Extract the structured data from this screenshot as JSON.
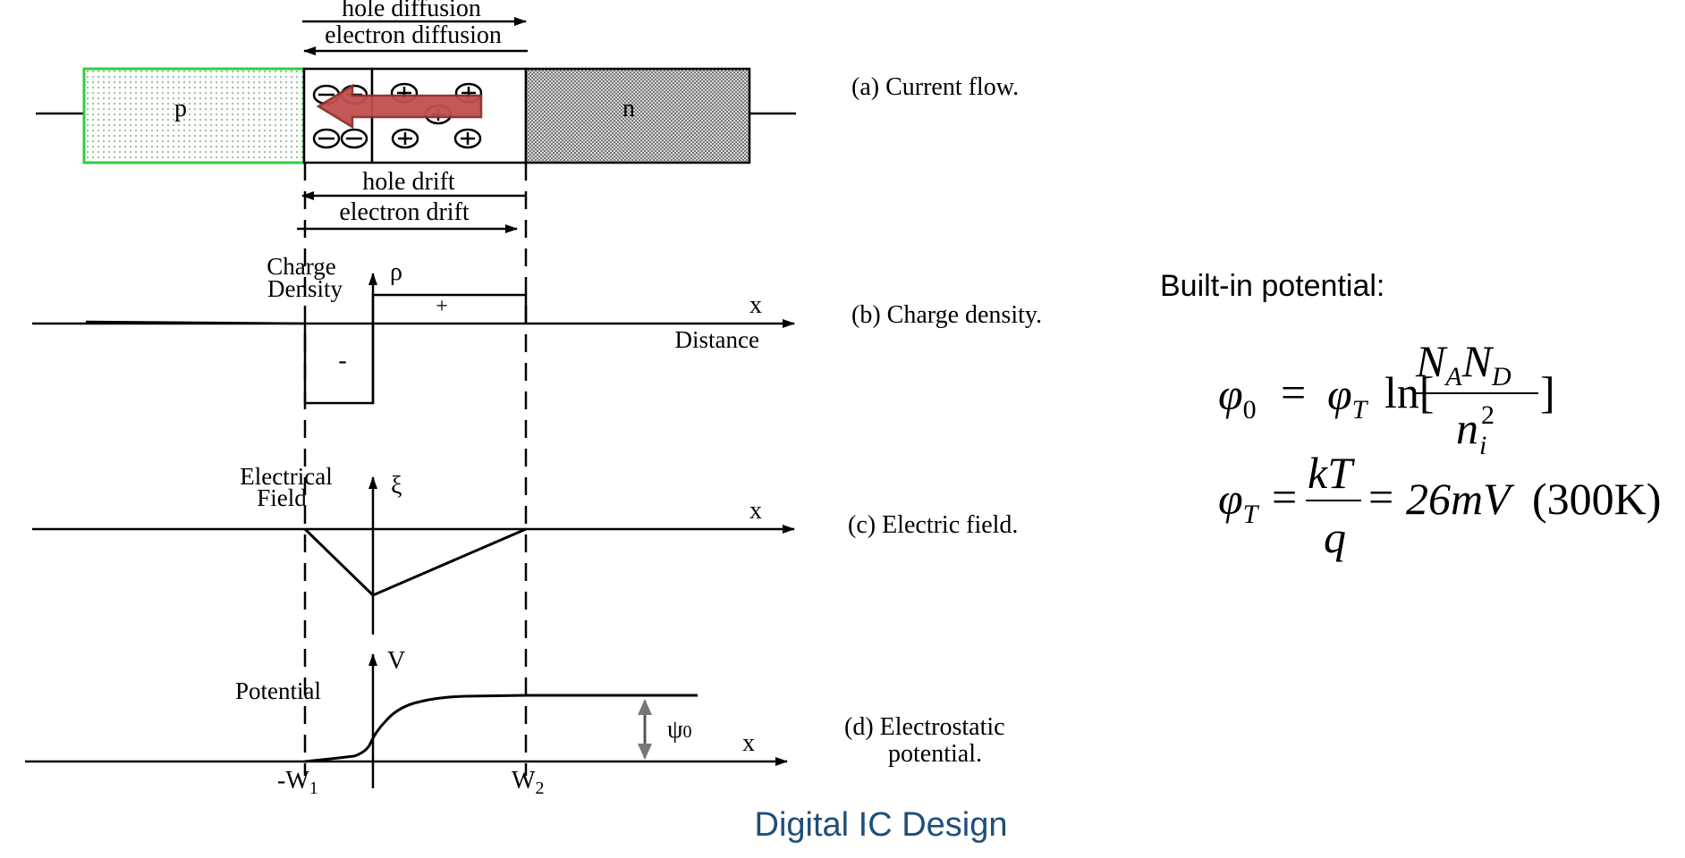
{
  "colors": {
    "ink": "#000000",
    "p_region_border": "#2ecc40",
    "drift_arrow_fill": "#c0504d",
    "drift_arrow_stroke": "#8c2e2b",
    "footer": "#1f4e79"
  },
  "flow": {
    "hole_diffusion": "hole diffusion",
    "electron_diffusion": "electron diffusion",
    "hole_drift": "hole drift",
    "electron_drift": "electron drift",
    "p_label": "p",
    "n_label": "n",
    "neg_ion": "−",
    "pos_ion": "+"
  },
  "charge_plot": {
    "ylabel_line1": "Charge",
    "ylabel_line2": "Density",
    "axis_symbol": "ρ",
    "x_symbol": "x",
    "distance_label": "Distance",
    "minus_sign": "-",
    "plus_sign": "+"
  },
  "field_plot": {
    "ylabel_line1": "Electrical",
    "ylabel_line2": "Field",
    "axis_symbol": "ξ",
    "x_symbol": "x"
  },
  "potential_plot": {
    "ylabel": "Potential",
    "axis_symbol": "V",
    "x_symbol": "x",
    "psi_symbol": "ψ",
    "psi_sub": "0",
    "tick_left": "-W",
    "tick_left_sub": "1",
    "tick_right": "W",
    "tick_right_sub": "2"
  },
  "captions": {
    "a": "(a) Current flow.",
    "b": "(b) Charge density.",
    "c": "(c) Electric field.",
    "d_line1": "(d) Electrostatic",
    "d_line2": "potential."
  },
  "formula": {
    "heading": "Built-in potential:",
    "phi": "φ",
    "sub0": "0",
    "subT": "T",
    "eq": "=",
    "ln": "ln[",
    "close_bracket": "]",
    "N": "N",
    "subA": "A",
    "subD": "D",
    "n": "n",
    "subi": "i",
    "sup2": "2",
    "kT": "kT",
    "q": "q",
    "value": "26mV",
    "temp": "(300K)"
  },
  "footer": "Digital IC Design"
}
